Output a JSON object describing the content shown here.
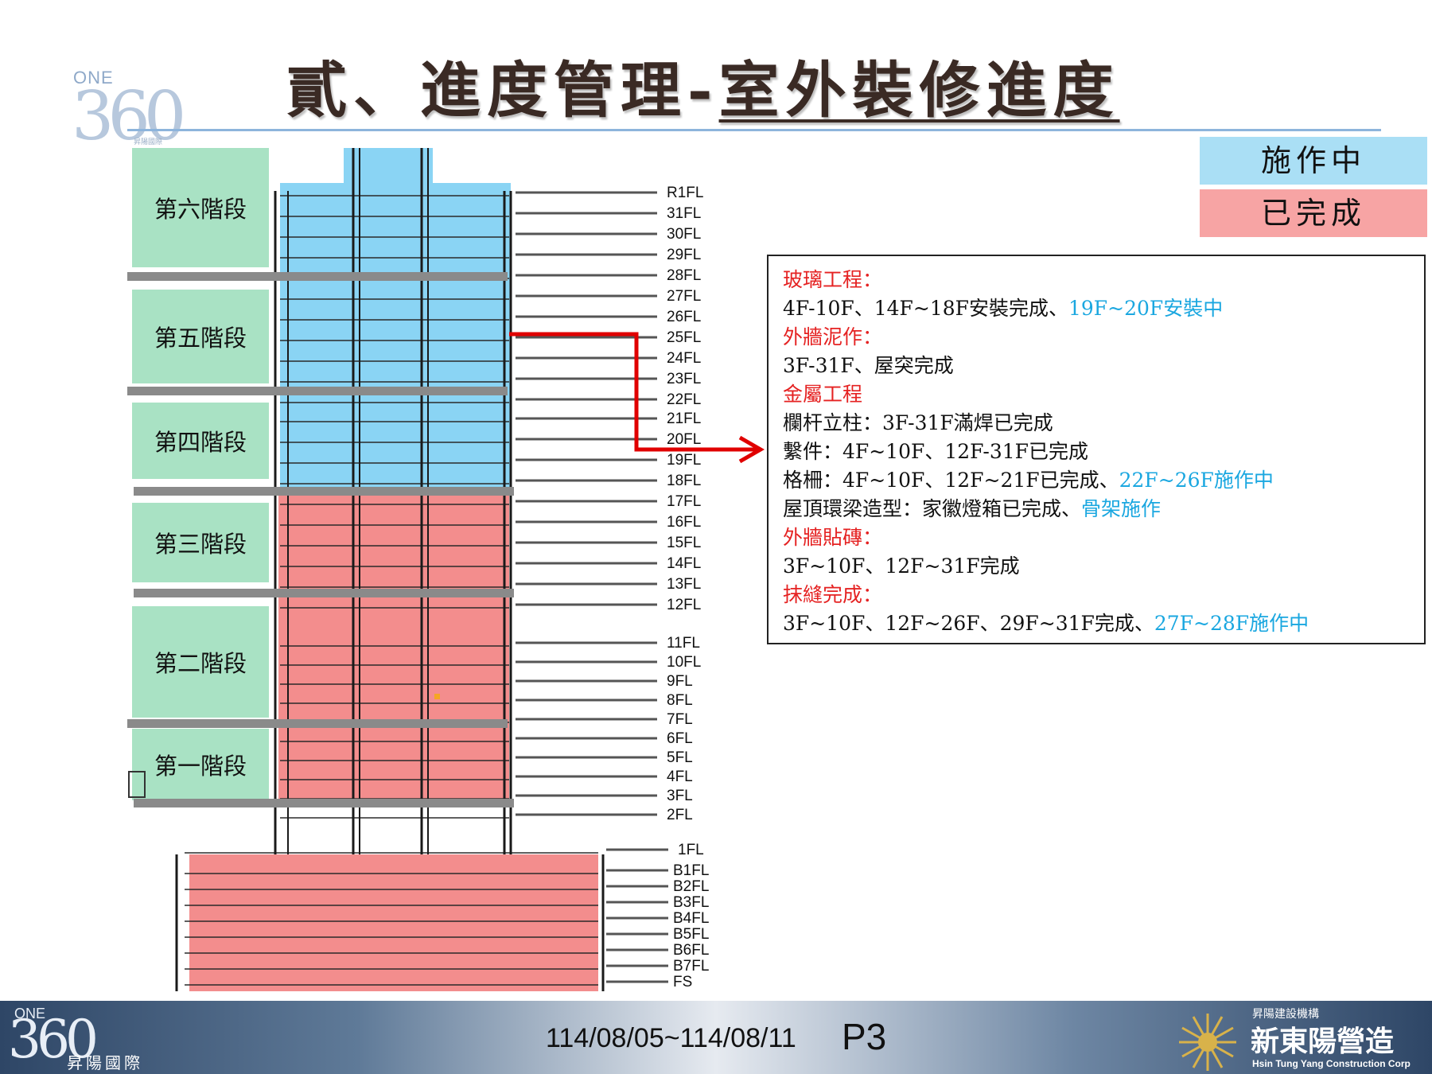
{
  "header": {
    "title_part1": "貳、進度管理-",
    "title_part2": "室外裝修進度",
    "logo_one": "ONE",
    "logo_num": "360",
    "logo_sub": "昇陽國際"
  },
  "legend": {
    "in_progress": "施作中",
    "completed": "已完成",
    "in_progress_color": "#aadff5",
    "completed_color": "#f7a4a4"
  },
  "stages": [
    "第六階段",
    "第五階段",
    "第四階段",
    "第三階段",
    "第二階段",
    "第一階段"
  ],
  "floors_upper": [
    "R1FL",
    "31FL",
    "30FL",
    "29FL",
    "28FL",
    "27FL",
    "26FL",
    "25FL",
    "24FL",
    "23FL",
    "22FL",
    "21FL",
    "20FL",
    "19FL",
    "18FL",
    "17FL",
    "16FL",
    "15FL",
    "14FL",
    "13FL",
    "12FL",
    "11FL",
    "10FL",
    "9FL",
    "8FL",
    "7FL",
    "6FL",
    "5FL",
    "4FL",
    "3FL",
    "2FL"
  ],
  "floors_lower": [
    "1FL",
    "B1FL",
    "B2FL",
    "B3FL",
    "B4FL",
    "B5FL",
    "B6FL",
    "B7FL",
    "FS"
  ],
  "notes": {
    "glass_head": "玻璃工程：",
    "glass_done": "4F-10F、14F~18F安裝完成、",
    "glass_progress": "19F~20F安裝中",
    "plaster_head": "外牆泥作：",
    "plaster_done": "3F-31F、屋突完成",
    "metal_head": "金屬工程",
    "railing": "欄杆立柱：3F-31F滿焊已完成",
    "fasteners": "繫件：4F~10F、12F-31F已完成",
    "grille_done": "格柵：4F~10F、12F~21F已完成、",
    "grille_progress": "22F~26F施作中",
    "roof_done": "屋頂環梁造型：家徽燈箱已完成、",
    "roof_progress": "骨架施作",
    "tile_head": "外牆貼磚：",
    "tile_done": "3F~10F、12F~31F完成",
    "grout_head": "抹縫完成：",
    "grout_done": "3F~10F、12F~26F、29F~31F完成、",
    "grout_progress": "27F~28F施作中"
  },
  "footer": {
    "logo_one": "ONE",
    "logo_num": "360",
    "logo_sub": "昇陽國際",
    "date_range": "114/08/05~114/08/11",
    "page": "P3",
    "company_small": "昇陽建設機構",
    "company": "新東陽營造",
    "company_en": "Hsin Tung Yang Construction Corp"
  }
}
